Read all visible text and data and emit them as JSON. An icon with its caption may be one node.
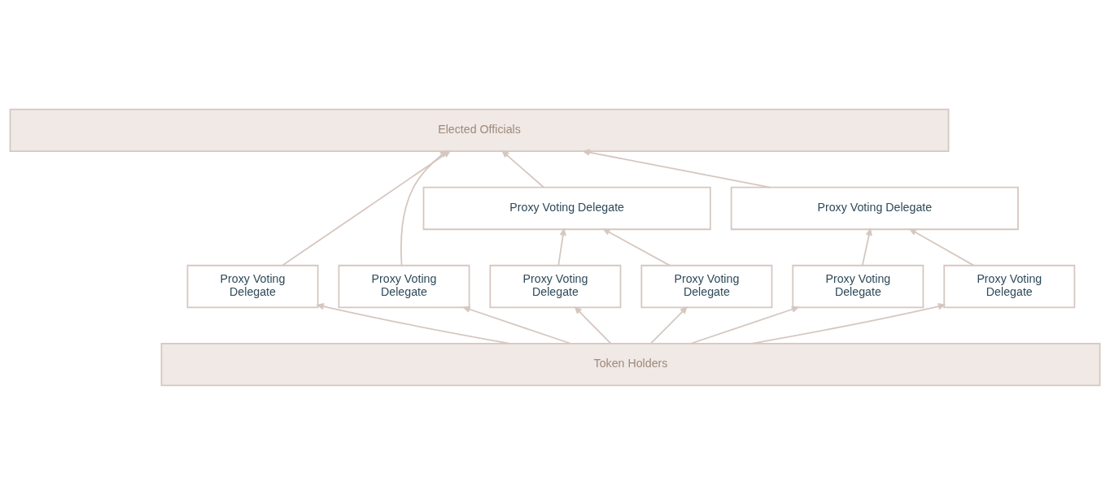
{
  "diagram": {
    "nodes": [
      {
        "text": [
          "Elected Officials"
        ]
      },
      {
        "text": [
          "Proxy Voting Delegate"
        ]
      },
      {
        "text": [
          "Proxy Voting Delegate"
        ]
      },
      {
        "text": [
          "Proxy Voting Delegate"
        ]
      },
      {
        "text": [
          "Proxy Voting Delegate"
        ]
      },
      {
        "text": [
          "Proxy Voting Delegate"
        ]
      },
      {
        "text": [
          "Proxy Voting Delegate"
        ]
      },
      {
        "text": [
          "Proxy Voting Delegate"
        ]
      },
      {
        "text": [
          "Proxy Voting Delegate"
        ]
      },
      {
        "text": [
          "Token Holders"
        ]
      }
    ],
    "edges": [
      {
        "from": 9,
        "to": 3,
        "arrow": "to"
      },
      {
        "from": 9,
        "to": 4,
        "arrow": "to"
      },
      {
        "from": 9,
        "to": 5,
        "arrow": "to"
      },
      {
        "from": 9,
        "to": 6,
        "arrow": "to"
      },
      {
        "from": 9,
        "to": 7,
        "arrow": "to"
      },
      {
        "from": 9,
        "to": 8,
        "arrow": "to"
      },
      {
        "from": 3,
        "to": 0,
        "arrow": "to"
      },
      {
        "from": 4,
        "to": 0,
        "arrow": "to"
      },
      {
        "from": 5,
        "to": 1,
        "arrow": "to"
      },
      {
        "from": 6,
        "to": 1,
        "arrow": "to"
      },
      {
        "from": 7,
        "to": 2,
        "arrow": "to"
      },
      {
        "from": 8,
        "to": 2,
        "arrow": "to"
      },
      {
        "from": 1,
        "to": 0,
        "arrow": "to"
      },
      {
        "from": 2,
        "to": 0,
        "arrow": "to"
      }
    ]
  }
}
